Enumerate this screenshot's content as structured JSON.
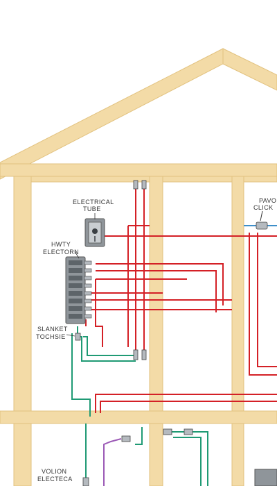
{
  "labels": {
    "electrical_tube_line1": "ELECTRICAL",
    "electrical_tube_line2": "TUBE",
    "heavy_electorn_line1": "HWTY",
    "heavy_electorn_line2": "ELECTORN",
    "slanket_line1": "SLANKET",
    "slanket_line2": "TOCHSIE",
    "pavo_click_line1": "PAVO",
    "pavo_click_line2": "CLICK",
    "bottom_line1": "VOLION",
    "bottom_line2": "ELECTECA"
  },
  "colors": {
    "frame": "#f3dba7",
    "frame_edge": "#e2c27f",
    "hot_wire": "#d42026",
    "ground_wire": "#1f9a74",
    "neutral_wire": "#3e8fc9",
    "aux_wire": "#9b59b6",
    "device": "#8f959a",
    "ink": "#333333"
  }
}
